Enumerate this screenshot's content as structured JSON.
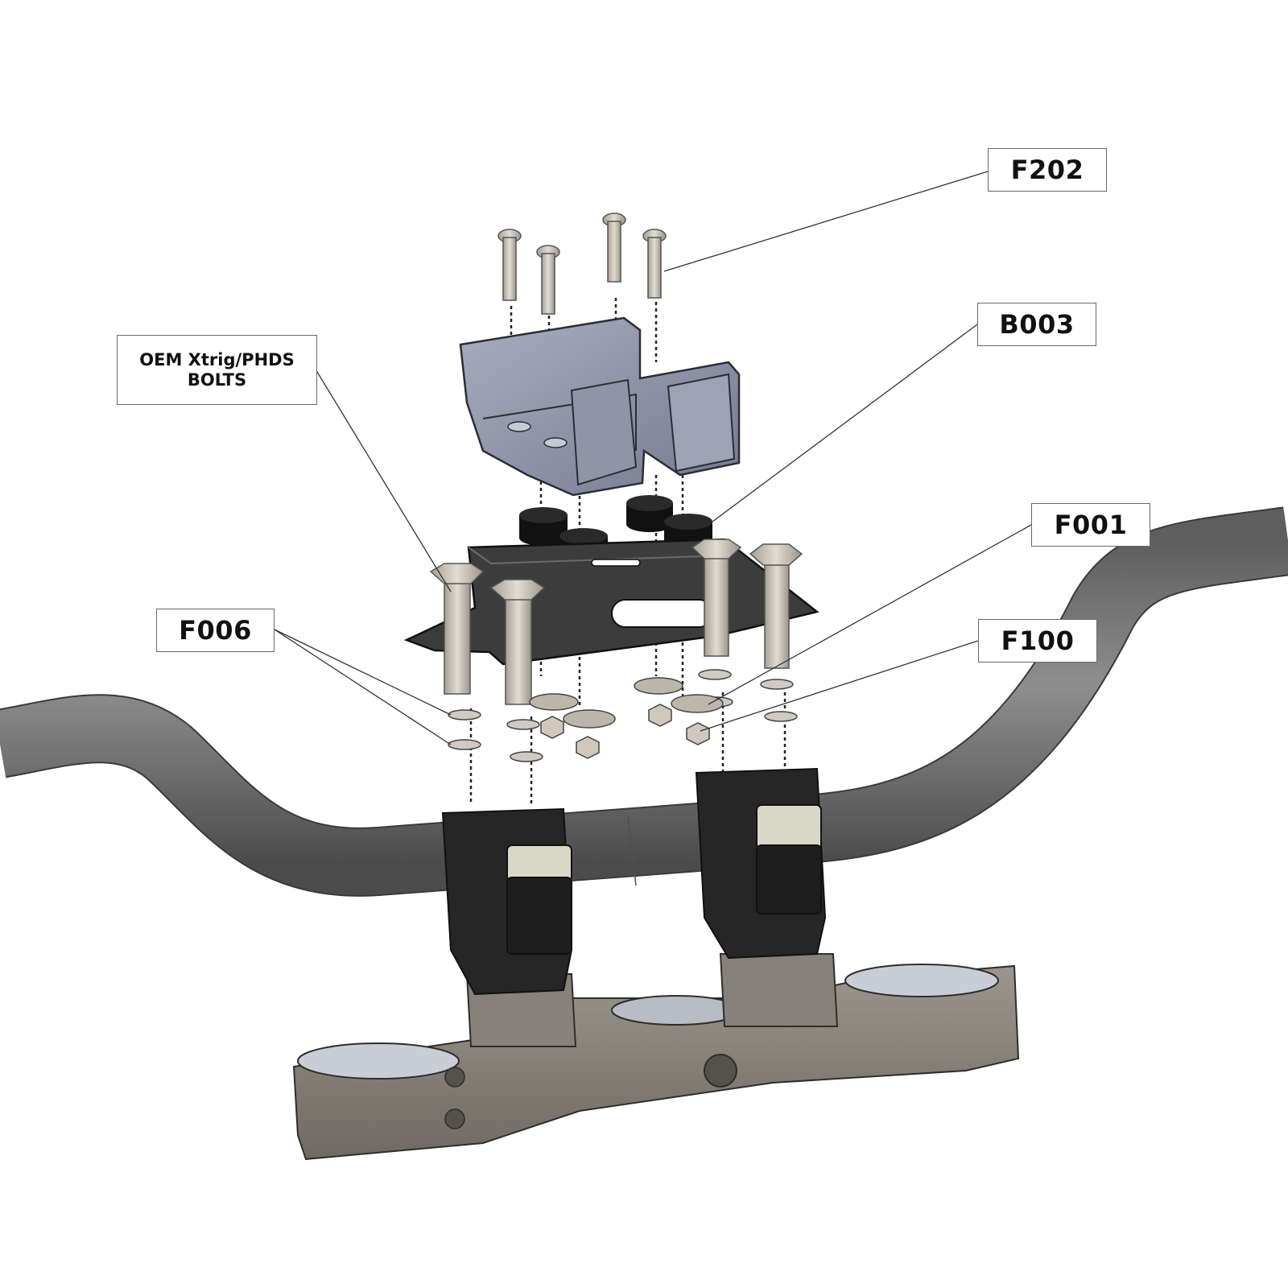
{
  "callouts": {
    "f202": "F202",
    "b003": "B003",
    "oem_line1": "OEM Xtrig/PHDS",
    "oem_line2": "BOLTS",
    "f001": "F001",
    "f006": "F006",
    "f100": "F100"
  },
  "colors": {
    "handlebar": "#7a7a7a",
    "triple_clamp": "#8c877e",
    "riser": "#2b2b2b",
    "bracket": "#8a8fa3",
    "plate": "#3e3e3e",
    "hardware": "#c9c3b8",
    "leader_line": "#333333"
  }
}
